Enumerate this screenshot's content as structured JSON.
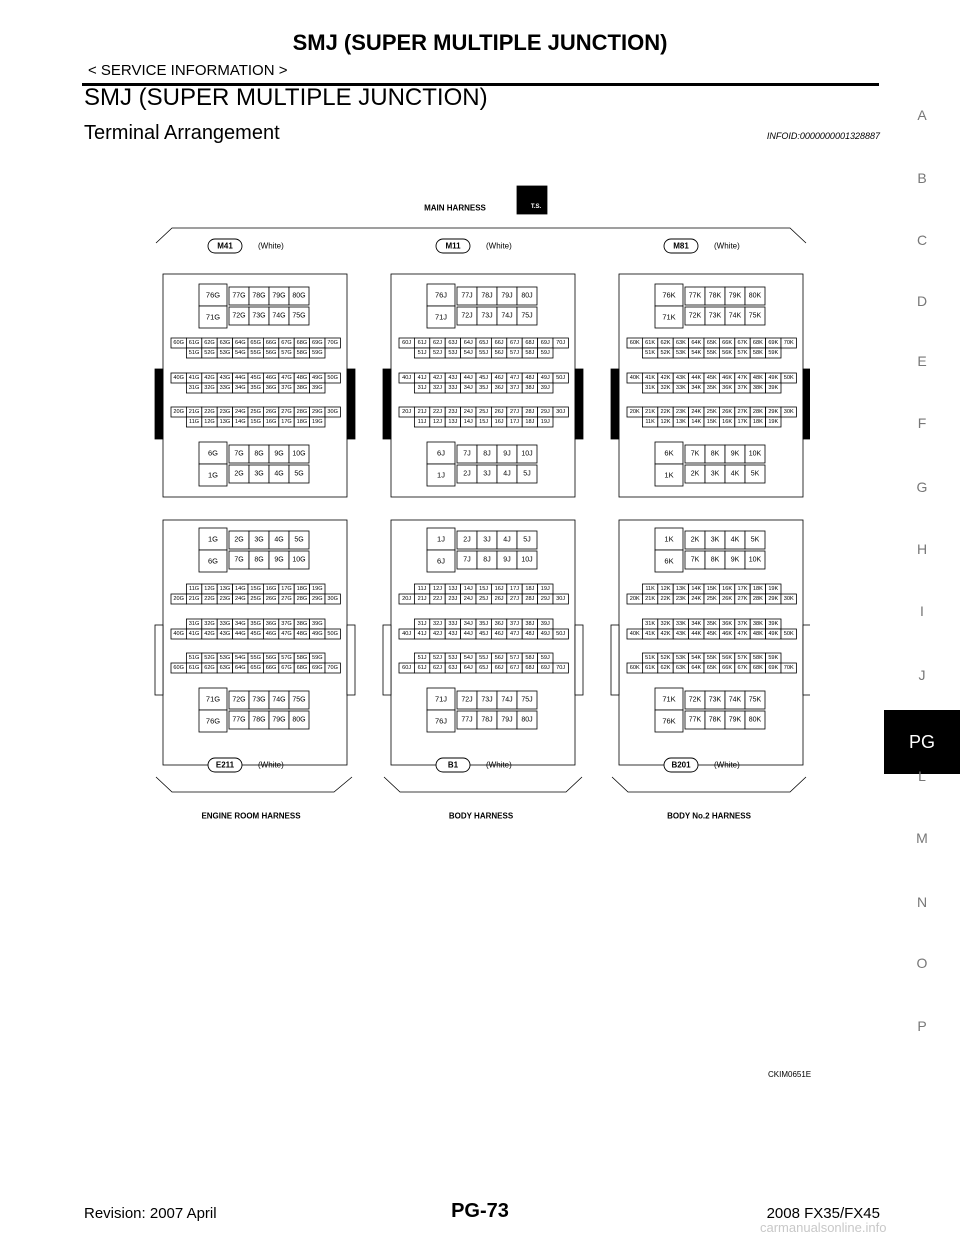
{
  "header": {
    "title": "SMJ (SUPER MULTIPLE JUNCTION)",
    "breadcrumb": "< SERVICE INFORMATION >"
  },
  "section": {
    "title": "SMJ (SUPER MULTIPLE JUNCTION)",
    "subtitle": "Terminal Arrangement",
    "info_id": "INFOID:0000000001328887"
  },
  "side_tabs": [
    "A",
    "B",
    "C",
    "D",
    "E",
    "F",
    "G",
    "H",
    "I",
    "J",
    "PG",
    "L",
    "M",
    "N",
    "O",
    "P"
  ],
  "active_tab": "PG",
  "figure": {
    "top_harness": "MAIN HARNESS",
    "ts_label": "T.S.",
    "connectors_top": [
      {
        "id": "M41",
        "color": "(White)",
        "suffix": "G"
      },
      {
        "id": "M11",
        "color": "(White)",
        "suffix": "J"
      },
      {
        "id": "M81",
        "color": "(White)",
        "suffix": "K"
      }
    ],
    "connectors_bottom": [
      {
        "id": "E211",
        "color": "(White)",
        "suffix": "G",
        "harness": "ENGINE ROOM HARNESS"
      },
      {
        "id": "B1",
        "color": "(White)",
        "suffix": "J",
        "harness": "BODY HARNESS"
      },
      {
        "id": "B201",
        "color": "(White)",
        "suffix": "K",
        "harness": "BODY No.2 HARNESS"
      }
    ],
    "figure_id": "CKIM0651E"
  },
  "footer": {
    "revision": "Revision: 2007 April",
    "page": "PG-73",
    "model": "2008 FX35/FX45",
    "watermark": "carmanualsonline.info"
  }
}
